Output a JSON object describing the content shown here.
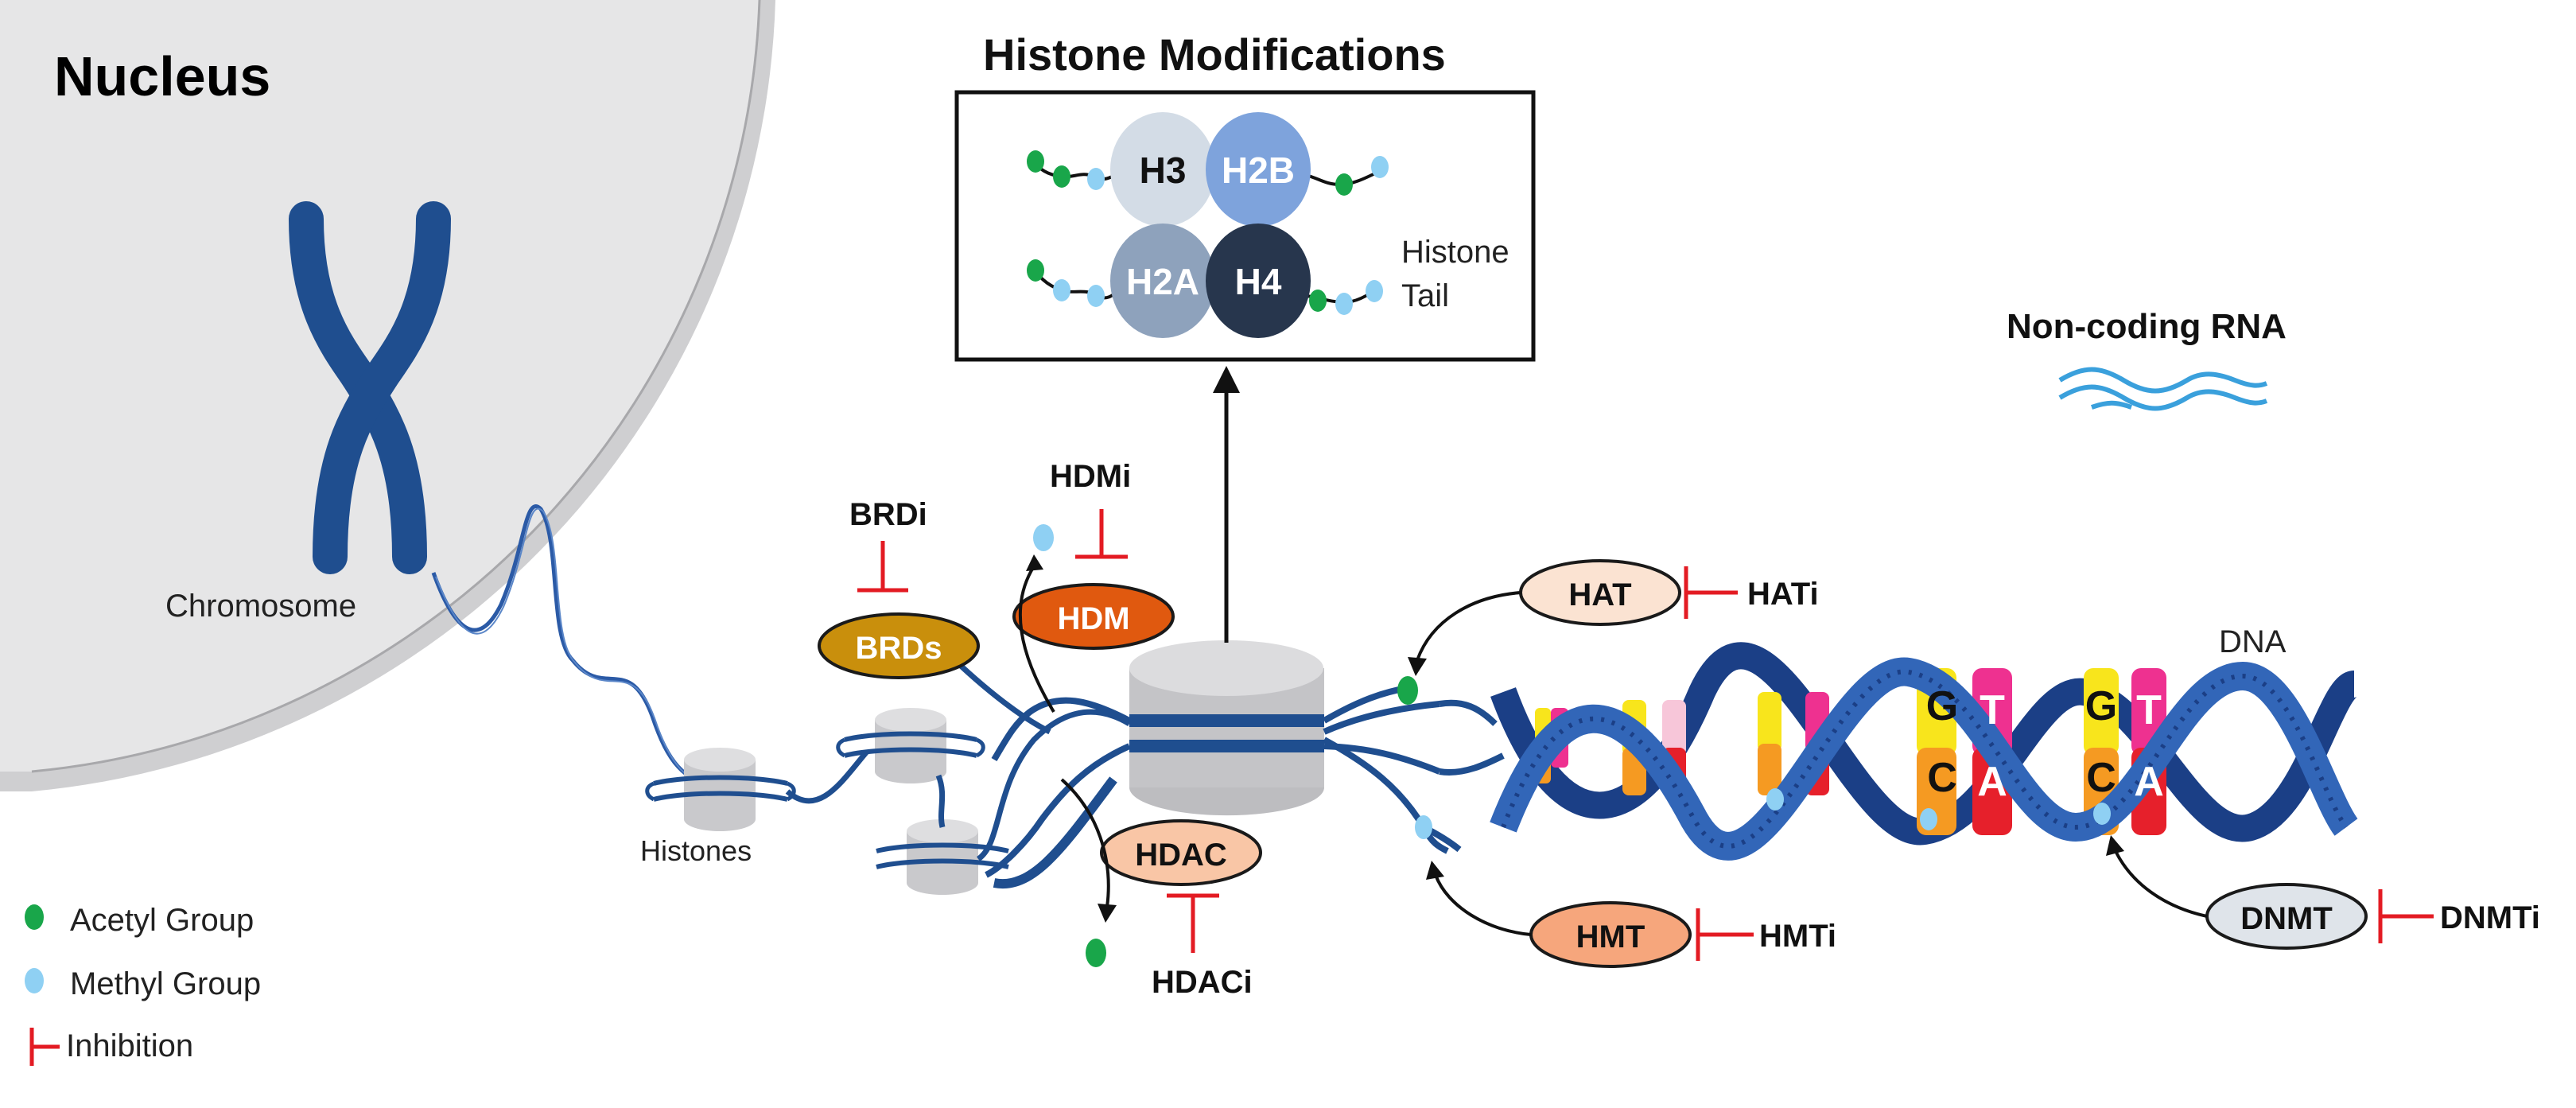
{
  "colors": {
    "nucleus_fill": "#e6e6e7",
    "nucleus_rim": "#c9c9cb",
    "chromosome": "#1f4e8f",
    "dna_dark": "#1b3f86",
    "dna_mid": "#3266b8",
    "acetyl": "#19a64a",
    "methyl": "#8fd0f3",
    "inhibition": "#e31b23",
    "h3": "#d3dce6",
    "h2b": "#7ea3dc",
    "h2a": "#8ea2bc",
    "h4": "#27364d",
    "brds": "#c98f0c",
    "hdm": "#e0590f",
    "hat": "#fbe3d2",
    "hdac": "#f9c6a6",
    "hmt": "#f6a67c",
    "dnmt": "#dfe4ea",
    "ncrna": "#3aa0dc"
  },
  "labels": {
    "nucleus": "Nucleus",
    "chromosome": "Chromosome",
    "histones": "Histones",
    "histone_modifications": "Histone Modifications",
    "histone_tail_1": "Histone",
    "histone_tail_2": "Tail",
    "non_coding_rna": "Non-coding RNA",
    "dna": "DNA"
  },
  "histones": {
    "h3": "H3",
    "h2b": "H2B",
    "h2a": "H2A",
    "h4": "H4"
  },
  "enzymes": {
    "brds": "BRDs",
    "hdm": "HDM",
    "hat": "HAT",
    "hdac": "HDAC",
    "hmt": "HMT",
    "dnmt": "DNMT"
  },
  "inhibitors": {
    "brdi": "BRDi",
    "hdmi": "HDMi",
    "hati": "HATi",
    "hdaci": "HDACi",
    "hmti": "HMTi",
    "dnmti": "DNMTi"
  },
  "bases": {
    "pair1_top": "G",
    "pair1_bottom": "C",
    "pair2_top": "T",
    "pair2_bottom": "A",
    "pair3_top": "G",
    "pair3_bottom": "C",
    "pair4_top": "T",
    "pair4_bottom": "A"
  },
  "legend": {
    "acetyl": "Acetyl Group",
    "methyl": "Methyl Group",
    "inhibition": "Inhibition"
  }
}
